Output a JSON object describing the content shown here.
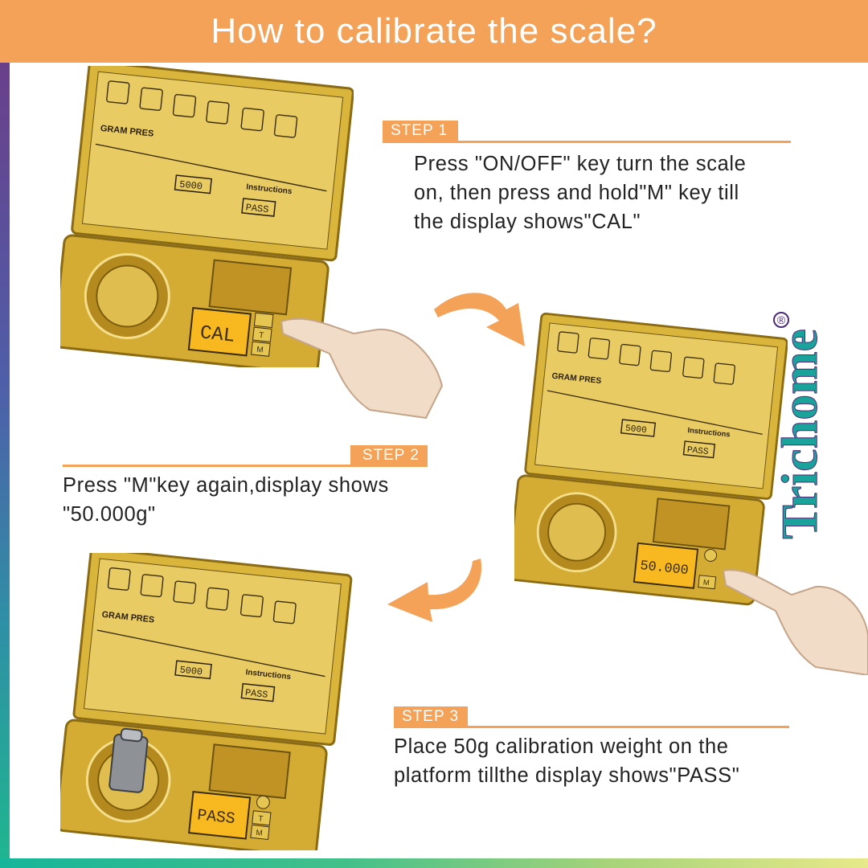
{
  "header": {
    "title": "How to calibrate the scale?"
  },
  "colors": {
    "accent": "#f4a257",
    "brand": "#1aa39a",
    "brand_outline": "#4b2c7a",
    "scale_gold": "#d9b53c",
    "display": "#f7b820"
  },
  "steps": [
    {
      "label": "STEP 1",
      "text": [
        "Press \"ON/OFF\" key turn the scale",
        "on, then press and hold\"M\" key till",
        "the display shows\"CAL\""
      ]
    },
    {
      "label": "STEP 2",
      "text": [
        "Press \"M\"key again,display shows",
        "\"50.000g\""
      ]
    },
    {
      "label": "STEP 3",
      "text": [
        "Place 50g calibration weight on the",
        "platform tillthe display shows\"PASS\""
      ]
    }
  ],
  "scales": [
    {
      "display": "CAL",
      "lid_brand": "GRAM PRES",
      "lid_label": "Instructions",
      "lid_readout": "5000",
      "lid_pass": "PASS"
    },
    {
      "display": "50.000",
      "lid_brand": "GRAM PRES",
      "lid_label": "Instructions",
      "lid_readout": "5000",
      "lid_pass": "PASS"
    },
    {
      "display": "PASS",
      "lid_brand": "GRAM PRES",
      "lid_label": "Instructions",
      "lid_readout": "5000",
      "lid_pass": "PASS"
    }
  ],
  "keys": {
    "tare": "T",
    "mode": "M"
  },
  "brand": {
    "name": "Trichome",
    "reg": "®"
  },
  "icons": [
    "power-icon",
    "pointing-hand-icon",
    "curved-arrow-icon",
    "calibration-weight-icon"
  ]
}
